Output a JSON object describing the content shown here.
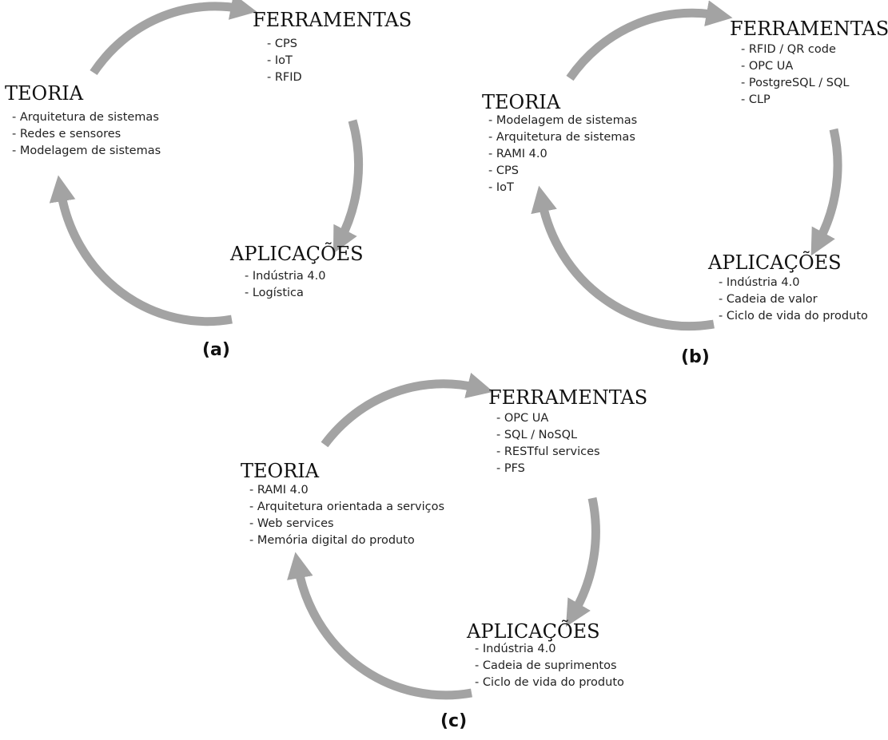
{
  "colors": {
    "arc": "#a3a3a3",
    "text": "#111111"
  },
  "diagrams": [
    {
      "caption": "(a)",
      "teoria": {
        "title": "TEORIA",
        "items": [
          "Arquitetura de sistemas",
          "Redes e sensores",
          "Modelagem de sistemas"
        ]
      },
      "ferramentas": {
        "title": "FERRAMENTAS",
        "items": [
          "CPS",
          "IoT",
          "RFID"
        ]
      },
      "aplicacoes": {
        "title": "APLICAÇÕES",
        "items": [
          "Indústria 4.0",
          "Logística"
        ]
      }
    },
    {
      "caption": "(b)",
      "teoria": {
        "title": "TEORIA",
        "items": [
          "Modelagem de sistemas",
          "Arquitetura de sistemas",
          "RAMI 4.0",
          "CPS",
          "IoT"
        ]
      },
      "ferramentas": {
        "title": "FERRAMENTAS",
        "items": [
          "RFID / QR code",
          "OPC UA",
          "PostgreSQL / SQL",
          "CLP"
        ]
      },
      "aplicacoes": {
        "title": "APLICAÇÕES",
        "items": [
          "Indústria 4.0",
          "Cadeia de valor",
          "Ciclo de vida do produto"
        ]
      }
    },
    {
      "caption": "(c)",
      "teoria": {
        "title": "TEORIA",
        "items": [
          "RAMI 4.0",
          "Arquitetura orientada a serviços",
          "Web services",
          "Memória digital do produto"
        ]
      },
      "ferramentas": {
        "title": "FERRAMENTAS",
        "items": [
          "OPC UA",
          "SQL / NoSQL",
          "RESTful services",
          "PFS"
        ]
      },
      "aplicacoes": {
        "title": "APLICAÇÕES",
        "items": [
          "Indústria 4.0",
          "Cadeia de suprimentos",
          "Ciclo de vida do produto"
        ]
      }
    }
  ]
}
